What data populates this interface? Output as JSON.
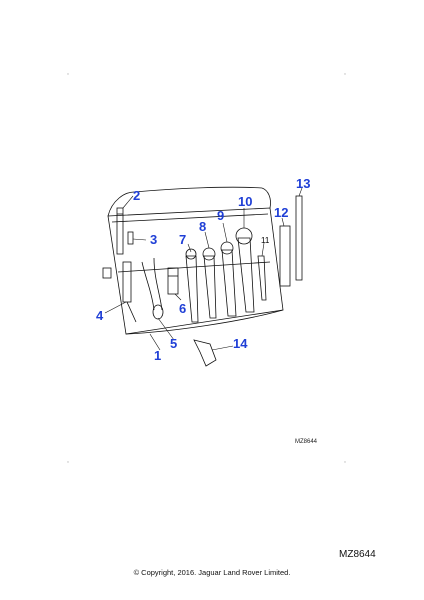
{
  "callouts": {
    "c1": "1",
    "c2": "2",
    "c3": "3",
    "c4": "4",
    "c5": "5",
    "c6": "6",
    "c7": "7",
    "c8": "8",
    "c9": "9",
    "c10": "10",
    "c11": "11",
    "c12": "12",
    "c13": "13",
    "c14": "14"
  },
  "diagram_ref_small": "MZ8644",
  "diagram_ref_large": "MZ8644",
  "copyright": "© Copyright, 2016. Jaguar Land Rover Limited.",
  "colors": {
    "callout": "#1f3fd6",
    "line": "#111111"
  }
}
